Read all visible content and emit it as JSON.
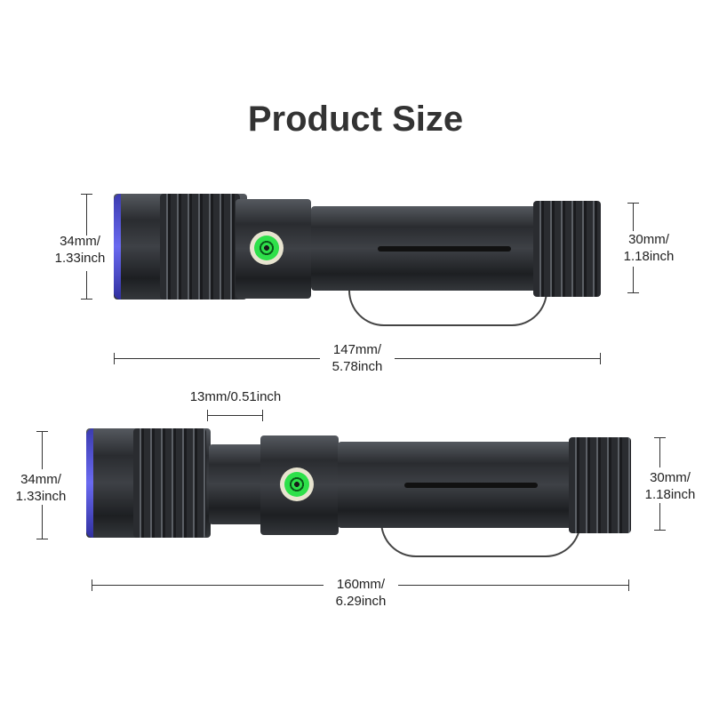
{
  "title": "Product Size",
  "compact": {
    "head_diameter": "34mm/",
    "head_diameter_in": "1.33inch",
    "tail_diameter": "30mm/",
    "tail_diameter_in": "1.18inch",
    "length": "147mm/",
    "length_in": "5.78inch"
  },
  "extended": {
    "head_diameter": "34mm/",
    "head_diameter_in": "1.33inch",
    "tail_diameter": "30mm/",
    "tail_diameter_in": "1.18inch",
    "length": "160mm/",
    "length_in": "6.29inch",
    "zoom_extension": "13mm/0.51inch"
  },
  "colors": {
    "button": "#2ee04a",
    "lens_ring": "#4a4adf",
    "body": "#2a2c30"
  }
}
